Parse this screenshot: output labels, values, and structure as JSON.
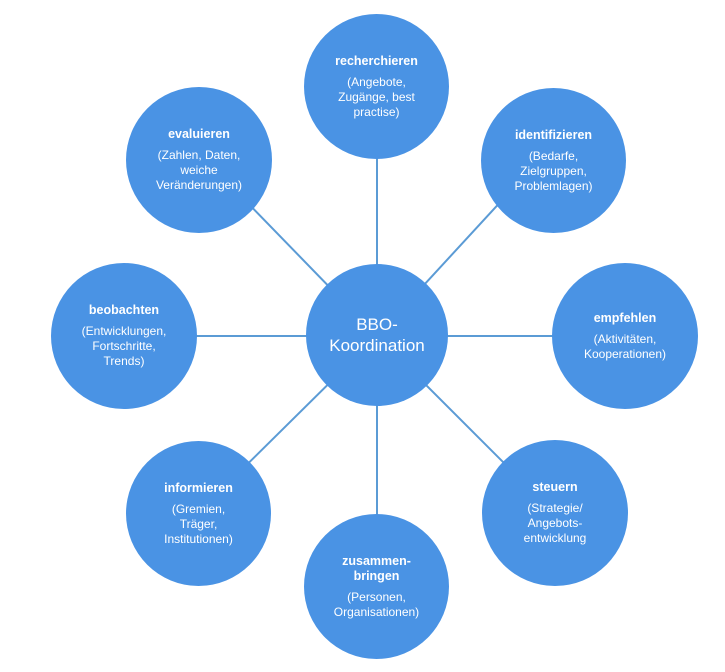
{
  "center": {
    "label": "BBO-\nKoordination"
  },
  "nodes": [
    {
      "id": "recherchieren",
      "title": "recherchieren",
      "desc": "(Angebote,\nZugänge, best\npractise)"
    },
    {
      "id": "identifizieren",
      "title": "identifizieren",
      "desc": "(Bedarfe,\nZielgruppen,\nProblemlagen)"
    },
    {
      "id": "empfehlen",
      "title": "empfehlen",
      "desc": "(Aktivitäten,\nKooperationen)"
    },
    {
      "id": "steuern",
      "title": "steuern",
      "desc": "(Strategie/\nAngebots-\nentwicklung"
    },
    {
      "id": "zusammenbringen",
      "title": "zusammen-\nbringen",
      "desc": "(Personen,\nOrganisationen)"
    },
    {
      "id": "informieren",
      "title": "informieren",
      "desc": "(Gremien,\nTräger,\nInstitutionen)"
    },
    {
      "id": "beobachten",
      "title": "beobachten",
      "desc": "(Entwicklungen,\nFortschritte,\nTrends)"
    },
    {
      "id": "evaluieren",
      "title": "evaluieren",
      "desc": "(Zahlen, Daten,\nweiche\nVeränderungen)"
    }
  ],
  "colors": {
    "node_fill": "#4a93e4",
    "connector": "#5b9bd5",
    "text": "#ffffff"
  }
}
